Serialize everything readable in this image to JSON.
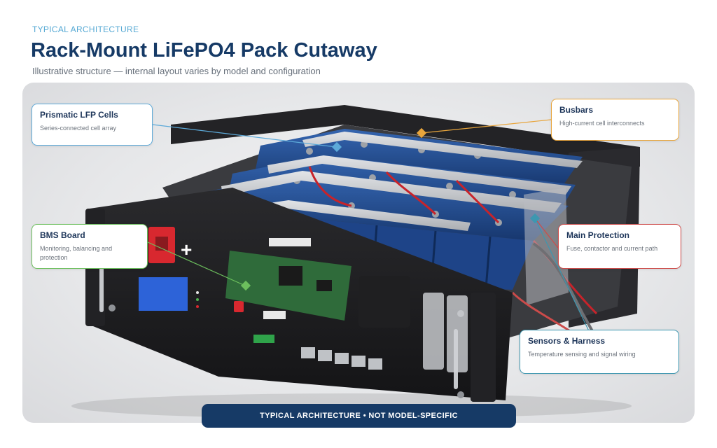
{
  "header": {
    "eyebrow": "TYPICAL ARCHITECTURE",
    "title": "Rack-Mount LiFePO4 Pack Cutaway",
    "subtitle": "Illustrative structure — internal layout varies by model and configuration"
  },
  "callouts": [
    {
      "title": "Prismatic LFP Cells",
      "desc": "Series-connected cell array",
      "color": "#5daad9"
    },
    {
      "title": "Busbars",
      "desc": "High-current cell interconnects",
      "color": "#e8a53c"
    },
    {
      "title": "BMS Board",
      "desc": "Monitoring, balancing and protection",
      "color": "#6cbf5d"
    },
    {
      "title": "Main Protection",
      "desc": "Fuse, contactor and current path",
      "color": "#cd4c4a"
    },
    {
      "title": "Sensors & Harness",
      "desc": "Temperature sensing and signal wiring",
      "color": "#3d97b0"
    }
  ],
  "illustration": {
    "terminal_symbol": "+"
  },
  "banner": "TYPICAL ARCHITECTURE • NOT MODEL-SPECIFIC",
  "colors": {
    "cell_blue": "#1f4a8e",
    "chassis": "#1b1b1d",
    "busbar": "#c9cbcf",
    "wire_red": "#c8232a",
    "pcb_green": "#2f6b3a",
    "brand_navy": "#163a66"
  }
}
